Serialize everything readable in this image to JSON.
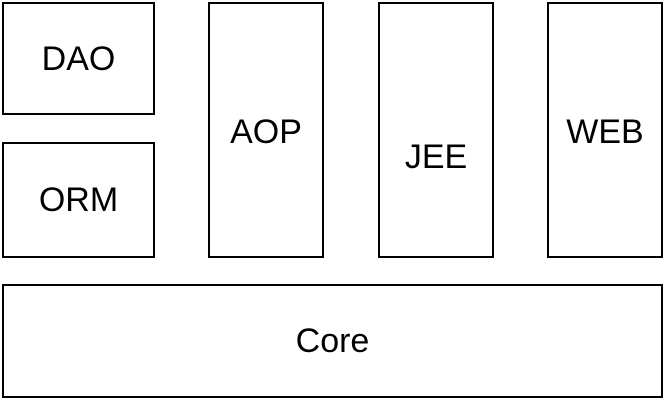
{
  "diagram": {
    "modules": {
      "dao": "DAO",
      "orm": "ORM",
      "aop": "AOP",
      "jee": "JEE",
      "web": "WEB",
      "core": "Core"
    },
    "colors": {
      "border": "#000000",
      "background": "#ffffff",
      "text": "#000000"
    }
  }
}
